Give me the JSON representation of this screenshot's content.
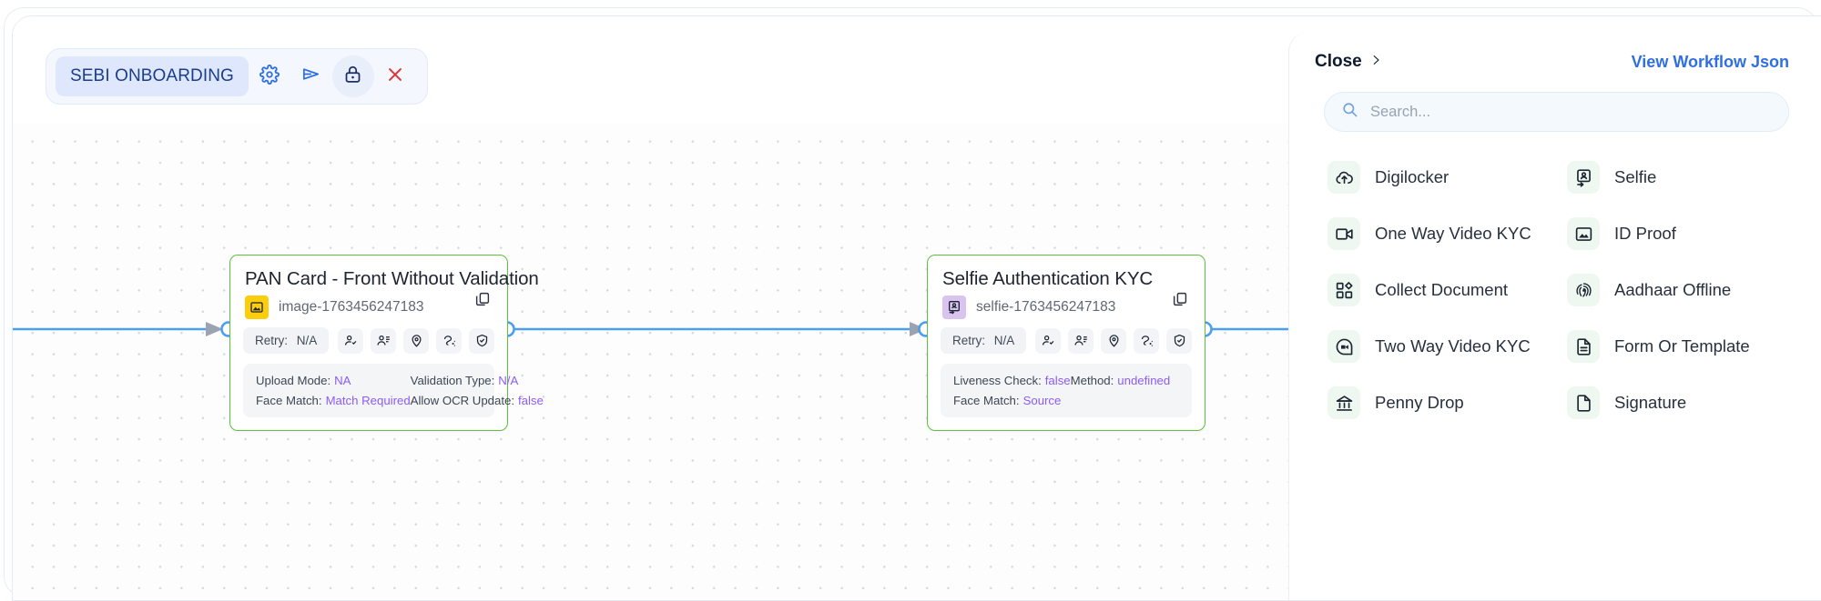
{
  "toolbar": {
    "workflow_name": "SEBI ONBOARDING",
    "settings_icon": "gear-icon",
    "run_icon": "play-send-icon",
    "lock_icon": "lock-icon",
    "close_icon": "close-x-icon",
    "accent": "#1b3d8f",
    "close_color": "#e03131"
  },
  "canvas": {
    "edge_color": "#4a9ff0",
    "node_border_color": "#5ec23c",
    "handle_color": "#4a9ff0"
  },
  "nodes": [
    {
      "title": "PAN Card - Front Without Validation",
      "id_text": "image-1763456247183",
      "badge_icon": "image-icon",
      "badge_color": "#fbcd0a",
      "copy_icon": "copy-icon",
      "retry_label": "Retry:",
      "retry_value": "N/A",
      "action_icons": [
        "user-check-icon",
        "user-list-icon",
        "location-pin-icon",
        "face-scan-icon",
        "shield-check-icon"
      ],
      "props": [
        {
          "label": "Upload Mode:",
          "value": "NA"
        },
        {
          "label": "Validation Type:",
          "value": "N/A"
        },
        {
          "label": "Face Match:",
          "value": "Match Required"
        },
        {
          "label": "Allow OCR Update:",
          "value": "false"
        }
      ]
    },
    {
      "title": "Selfie Authentication KYC",
      "id_text": "selfie-1763456247183",
      "badge_icon": "selfie-id-icon",
      "badge_color": "#d9c3ef",
      "copy_icon": "copy-icon",
      "retry_label": "Retry:",
      "retry_value": "N/A",
      "action_icons": [
        "user-check-icon",
        "user-list-icon",
        "location-pin-icon",
        "face-scan-icon",
        "shield-check-icon"
      ],
      "props": [
        {
          "label": "Liveness Check:",
          "value": "false"
        },
        {
          "label": "Method:",
          "value": "undefined"
        },
        {
          "label": "Face Match:",
          "value": "Source"
        },
        {
          "label": "",
          "value": ""
        }
      ]
    }
  ],
  "panel": {
    "close_label": "Close",
    "close_chevron_icon": "chevron-right-icon",
    "view_json_label": "View Workflow Json",
    "search": {
      "placeholder": "Search...",
      "value": "",
      "icon": "search-icon"
    },
    "items": [
      {
        "label": "Digilocker",
        "icon": "cloud-upload-icon"
      },
      {
        "label": "Selfie",
        "icon": "selfie-id-icon"
      },
      {
        "label": "One Way Video KYC",
        "icon": "video-camera-icon"
      },
      {
        "label": "ID Proof",
        "icon": "image-icon"
      },
      {
        "label": "Collect Document",
        "icon": "collect-document-icon"
      },
      {
        "label": "Aadhaar Offline",
        "icon": "fingerprint-icon"
      },
      {
        "label": "Two Way Video KYC",
        "icon": "two-way-video-icon"
      },
      {
        "label": "Form Or Template",
        "icon": "document-lines-icon"
      },
      {
        "label": "Penny Drop",
        "icon": "bank-icon"
      },
      {
        "label": "Signature",
        "icon": "page-icon"
      }
    ]
  }
}
